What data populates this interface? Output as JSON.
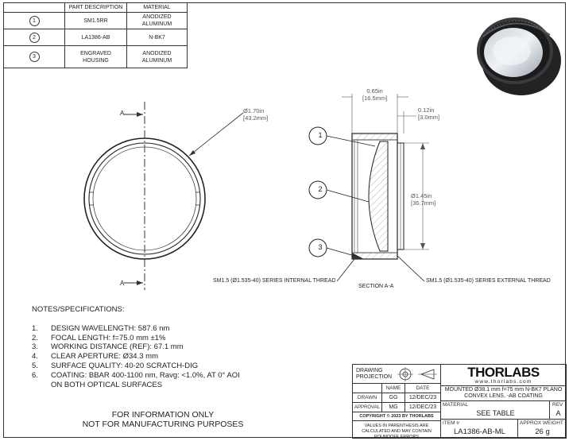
{
  "bom": {
    "headers": [
      "",
      "PART DESCRIPTION",
      "MATERIAL"
    ],
    "rows": [
      {
        "num": "1",
        "desc": "SM1.5RR",
        "material": "ANODIZED ALUMINUM"
      },
      {
        "num": "2",
        "desc": "LA1386-AB",
        "material": "N-BK7"
      },
      {
        "num": "3",
        "desc": "ENGRAVED HOUSING",
        "material": "ANODIZED ALUMINUM"
      }
    ]
  },
  "front_view": {
    "section_label_top": "A",
    "section_label_bottom": "A",
    "dia_in": "Ø1.70in",
    "dia_mm": "[43.2mm]"
  },
  "section_view": {
    "callouts": [
      "1",
      "2",
      "3"
    ],
    "width_in": "0.65in",
    "width_mm": "[16.5mm]",
    "depth_in": "0.12in",
    "depth_mm": "[3.0mm]",
    "aperture_in": "Ø1.45in",
    "aperture_mm": "[36.7mm]",
    "internal_thread": "SM1.5 (Ø1.535-40) SERIES INTERNAL THREAD",
    "external_thread": "SM1.5 (Ø1.535-40) SERIES EXTERNAL THREAD",
    "section_label": "SECTION A-A"
  },
  "notes": {
    "title": "NOTES/SPECIFICATIONS:",
    "items": [
      {
        "n": "1.",
        "text": "DESIGN WAVELENGTH: 587.6 nm"
      },
      {
        "n": "2.",
        "text": "FOCAL LENGTH: f=75.0 mm ±1%"
      },
      {
        "n": "3.",
        "text": "WORKING DISTANCE (REF): 67.1 mm"
      },
      {
        "n": "4.",
        "text": "CLEAR APERTURE: Ø34.3 mm"
      },
      {
        "n": "5.",
        "text": "SURFACE QUALITY: 40-20 SCRATCH-DIG"
      },
      {
        "n": "6.",
        "text": "COATING: BBAR 400-1100 nm, Ravg: <1.0%, AT 0° AOI"
      },
      {
        "n": "",
        "text": "ON BOTH OPTICAL SURFACES"
      }
    ]
  },
  "disclaimer": {
    "line1": "FOR INFORMATION ONLY",
    "line2": "NOT FOR MANUFACTURING PURPOSES"
  },
  "title_block": {
    "drawing_projection": "DRAWING PROJECTION",
    "name_hdr": "NAME",
    "date_hdr": "DATE",
    "drawn_lbl": "DRAWN",
    "drawn_name": "GG",
    "drawn_date": "12/DEC/23",
    "approval_lbl": "APPROVAL",
    "approval_name": "MG",
    "approval_date": "12/DEC/23",
    "copyright": "COPYRIGHT © 2023 BY THORLABS",
    "values_note": "VALUES IN PARENTHESIS ARE CALCULATED AND MAY CONTAIN ROUNDOFF ERRORS",
    "logo": "THORLABS",
    "website": "www.thorlabs.com",
    "description": "MOUNTED Ø38.1 mm f=75 mm N-BK7 PLANO CONVEX LENS, -AB COATING",
    "material_lbl": "MATERIAL",
    "material_val": "SEE TABLE",
    "rev_lbl": "REV",
    "rev_val": "A",
    "item_lbl": "ITEM #",
    "item_val": "LA1386-AB-ML",
    "weight_lbl": "APPROX WEIGHT",
    "weight_val": "26 g"
  }
}
